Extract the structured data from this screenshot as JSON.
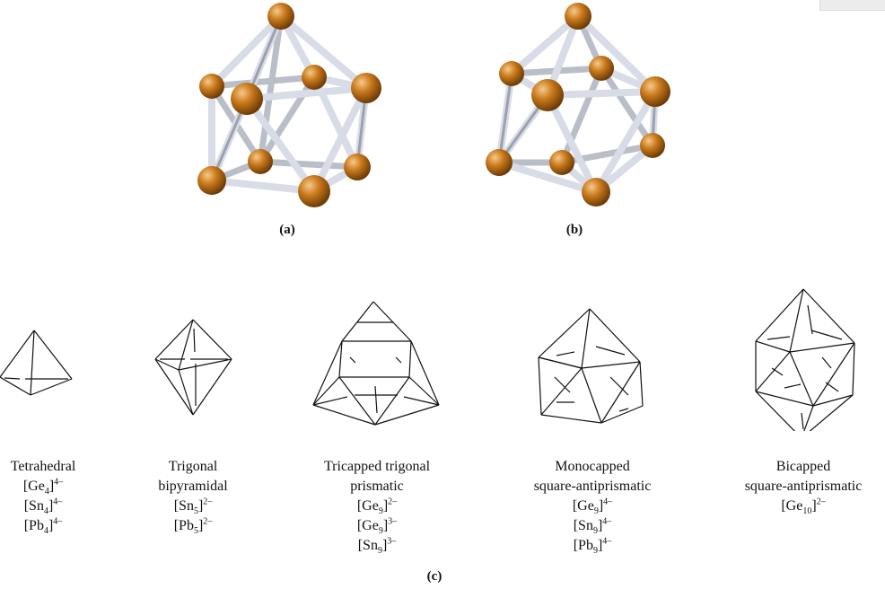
{
  "panels": {
    "a": "(a)",
    "b": "(b)",
    "c": "(c)"
  },
  "colors": {
    "atom": "#c9791b",
    "atom_highlight": "#f7c98a",
    "bond_light": "#d8dce6",
    "bond_dark": "#6c7280",
    "line": "#111111"
  },
  "shapes": [
    {
      "name": "Tetrahedral",
      "name_lines": [
        "Tetrahedral"
      ],
      "formulas": [
        {
          "base": "[Ge",
          "sub": "4",
          "close": "]",
          "sup": "4–"
        },
        {
          "base": "[Sn",
          "sub": "4",
          "close": "]",
          "sup": "4–"
        },
        {
          "base": "[Pb",
          "sub": "4",
          "close": "]",
          "sup": "4–"
        }
      ]
    },
    {
      "name": "Trigonal bipyramidal",
      "name_lines": [
        "Trigonal",
        "bipyramidal"
      ],
      "formulas": [
        {
          "base": "[Sn",
          "sub": "5",
          "close": "]",
          "sup": "2–"
        },
        {
          "base": "[Pb",
          "sub": "5",
          "close": "]",
          "sup": "2–"
        }
      ]
    },
    {
      "name": "Tricapped trigonal prismatic",
      "name_lines": [
        "Tricapped trigonal",
        "prismatic"
      ],
      "formulas": [
        {
          "base": "[Ge",
          "sub": "9",
          "close": "]",
          "sup": "2–"
        },
        {
          "base": "[Ge",
          "sub": "9",
          "close": "]",
          "sup": "3–"
        },
        {
          "base": "[Sn",
          "sub": "9",
          "close": "]",
          "sup": "3–"
        }
      ]
    },
    {
      "name": "Monocapped square-antiprismatic",
      "name_lines": [
        "Monocapped",
        "square-antiprismatic"
      ],
      "formulas": [
        {
          "base": "[Ge",
          "sub": "9",
          "close": "]",
          "sup": "4–"
        },
        {
          "base": "[Sn",
          "sub": "9",
          "close": "]",
          "sup": "4–"
        },
        {
          "base": "[Pb",
          "sub": "9",
          "close": "]",
          "sup": "4–"
        }
      ]
    },
    {
      "name": "Bicapped square-antiprismatic",
      "name_lines": [
        "Bicapped",
        "square-antiprismatic"
      ],
      "formulas": [
        {
          "base": "[Ge",
          "sub": "10",
          "close": "]",
          "sup": "2–"
        }
      ]
    }
  ]
}
